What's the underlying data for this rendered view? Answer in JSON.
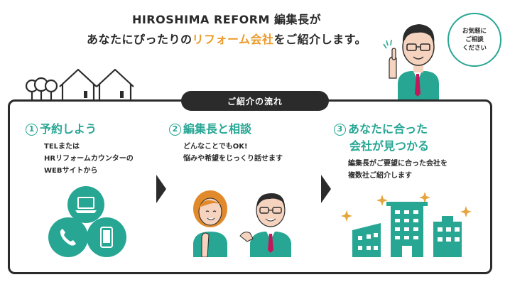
{
  "header": {
    "line1": "HIROSHIMA REFORM 編集長が",
    "line2_prefix": "あなたにぴったりの",
    "line2_accent": "リフォーム会社",
    "line2_suffix": "をご紹介します。"
  },
  "bubble": {
    "lines": [
      "お気軽に",
      "ご相談",
      "ください"
    ]
  },
  "flow_label": "ご紹介の流れ",
  "steps": [
    {
      "num": "1",
      "title": "予約しよう",
      "lines": [
        "TELまたは",
        "HRリフォームカウンターの",
        "WEBサイトから"
      ]
    },
    {
      "num": "2",
      "title": "編集長と相談",
      "lines": [
        "どんなことでもOK!",
        "悩みや希望をじっくり話せます"
      ]
    },
    {
      "num": "3",
      "title": "あなたに合った",
      "title2": "会社が見つかる",
      "lines": [
        "編集長がご要望に合った会社を",
        "複数社ご紹介します"
      ]
    }
  ],
  "colors": {
    "accent": "#27a694",
    "orange": "#ec9a2a",
    "dark": "#2b2b2b"
  },
  "icons": [
    "laptop-icon",
    "phone-icon",
    "smartphone-icon",
    "buildings-icon",
    "house-icon",
    "tree-icon"
  ]
}
